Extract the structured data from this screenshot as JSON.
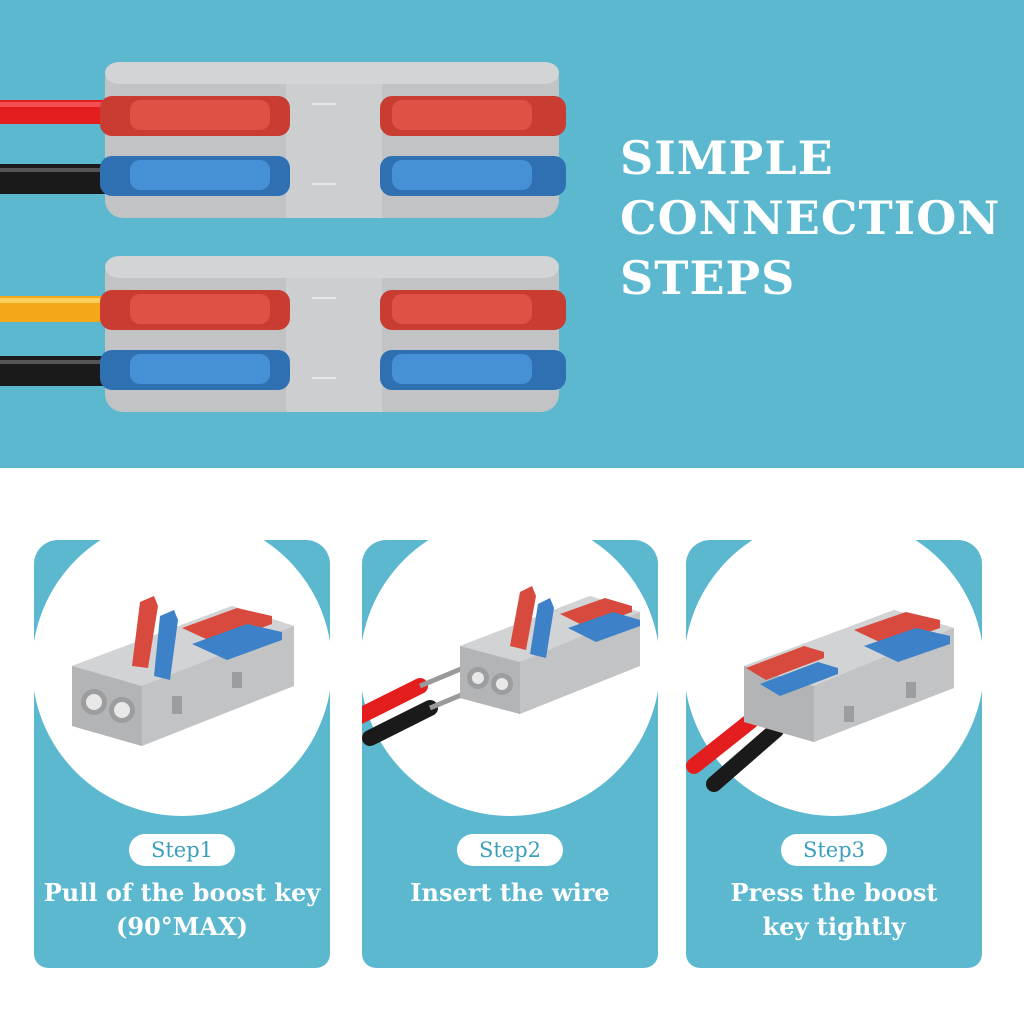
{
  "headline": [
    "SIMPLE",
    "CONNECTION",
    "STEPS"
  ],
  "steps": [
    {
      "label": "Step1",
      "caption_lines": [
        "Pull of the boost key",
        "(90°MAX)"
      ]
    },
    {
      "label": "Step2",
      "caption_lines": [
        "Insert the wire"
      ]
    },
    {
      "label": "Step3",
      "caption_lines": [
        "Press the boost",
        "key tightly"
      ]
    }
  ],
  "colors": {
    "background_teal": "#5bb8cf",
    "connector_gray": "#bfc0c2",
    "lever_red": "#d84a3e",
    "lever_blue": "#3d82c8",
    "wire_red": "#e41e1e",
    "wire_black": "#1a1a1a",
    "wire_yellow": "#f2a818"
  }
}
